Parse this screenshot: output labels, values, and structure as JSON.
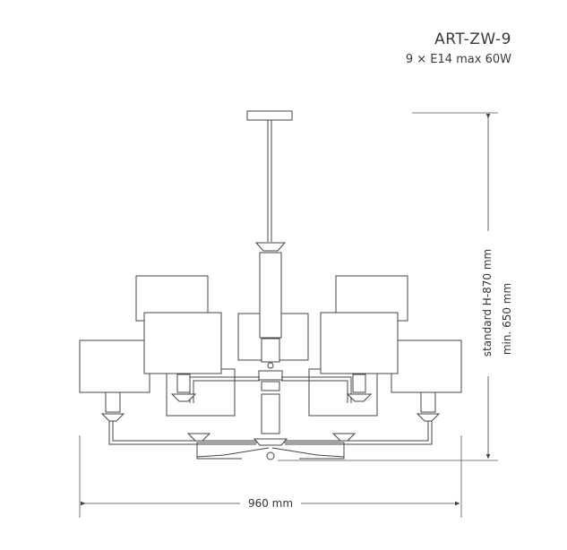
{
  "header": {
    "model_code": "ART-ZW-9",
    "bulb_spec": "9 × E14 max 60W"
  },
  "dimensions": {
    "width_label": "960 mm",
    "height_standard_label": "standard H-870 mm",
    "height_min_label": "min. 650 mm"
  },
  "colors": {
    "line": "#555555",
    "shade_stroke": "#444444",
    "text": "#333333"
  }
}
